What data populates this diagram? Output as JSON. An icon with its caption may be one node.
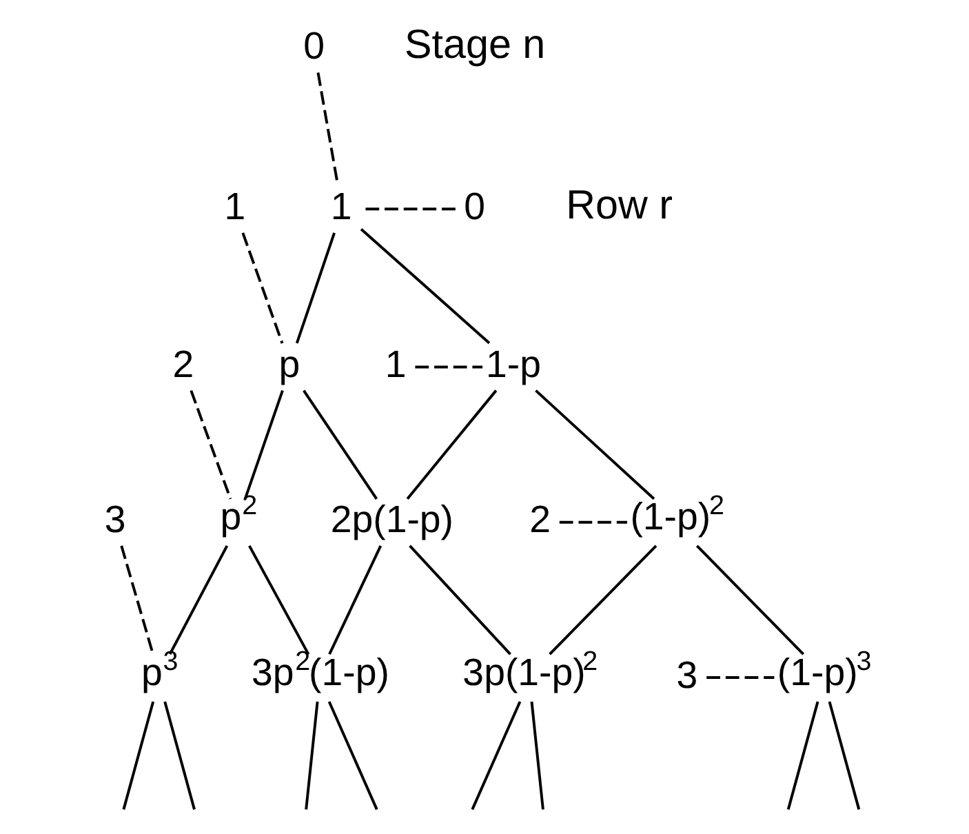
{
  "diagram": {
    "nodes": [
      {
        "text": [
          "1"
        ]
      },
      {
        "text": [
          "1-p"
        ]
      },
      {
        "text": [
          "p"
        ]
      },
      {
        "text": [
          "(1-p)$^{2}$"
        ]
      },
      {
        "text": [
          "2p(1-p)"
        ]
      },
      {
        "text": [
          "p$^{2}$"
        ]
      },
      {
        "text": [
          "(1-p)$^{3}$"
        ]
      },
      {
        "text": [
          "3p(1-p)$^{2}$"
        ]
      },
      {
        "text": [
          "3p$^{2}$(1-p)"
        ]
      },
      {
        "text": [
          "p$^{3}$"
        ]
      },
      {
        "text": [
          "0"
        ]
      },
      {
        "text": [
          "1"
        ]
      },
      {
        "text": [
          "2"
        ]
      },
      {
        "text": [
          "3"
        ]
      },
      {
        "text": [
          "0"
        ]
      },
      {
        "text": [
          "1"
        ]
      },
      {
        "text": [
          "2"
        ]
      },
      {
        "text": [
          "3"
        ]
      }
    ],
    "edges": [
      {
        "from": 0,
        "to": 1,
        "arrow": "none"
      },
      {
        "from": 0,
        "to": 2,
        "arrow": "none"
      },
      {
        "from": 1,
        "to": 3,
        "arrow": "none"
      },
      {
        "from": 1,
        "to": 4,
        "arrow": "none"
      },
      {
        "from": 2,
        "to": 4,
        "arrow": "none"
      },
      {
        "from": 2,
        "to": 5,
        "arrow": "none"
      },
      {
        "from": 3,
        "to": 6,
        "arrow": "none"
      },
      {
        "from": 3,
        "to": 7,
        "arrow": "none"
      },
      {
        "from": 4,
        "to": 7,
        "arrow": "none"
      },
      {
        "from": 4,
        "to": 8,
        "arrow": "none"
      },
      {
        "from": 5,
        "to": 8,
        "arrow": "none"
      },
      {
        "from": 5,
        "to": 9,
        "arrow": "none"
      },
      {
        "from": 6,
        "to": null,
        "arrow": "none"
      },
      {
        "from": 6,
        "to": null,
        "arrow": "none"
      },
      {
        "from": 7,
        "to": null,
        "arrow": "none"
      },
      {
        "from": 7,
        "to": null,
        "arrow": "none"
      },
      {
        "from": 8,
        "to": null,
        "arrow": "none"
      },
      {
        "from": 8,
        "to": null,
        "arrow": "none"
      },
      {
        "from": 9,
        "to": null,
        "arrow": "none"
      },
      {
        "from": 9,
        "to": null,
        "arrow": "none"
      },
      {
        "from": 10,
        "to": 0,
        "arrow": "none",
        "style": "dashed"
      },
      {
        "from": 11,
        "to": 1,
        "arrow": "none",
        "style": "dashed"
      },
      {
        "from": 12,
        "to": 3,
        "arrow": "none",
        "style": "dashed"
      },
      {
        "from": 13,
        "to": 6,
        "arrow": "none",
        "style": "dashed"
      },
      {
        "from": 14,
        "to": 0,
        "arrow": "none",
        "style": "dashed"
      },
      {
        "from": 15,
        "to": 2,
        "arrow": "none",
        "style": "dashed"
      },
      {
        "from": 16,
        "to": 5,
        "arrow": "none",
        "style": "dashed"
      },
      {
        "from": 17,
        "to": 9,
        "arrow": "none",
        "style": "dashed"
      }
    ],
    "labels": [
      "Stage n",
      "Row r"
    ]
  }
}
